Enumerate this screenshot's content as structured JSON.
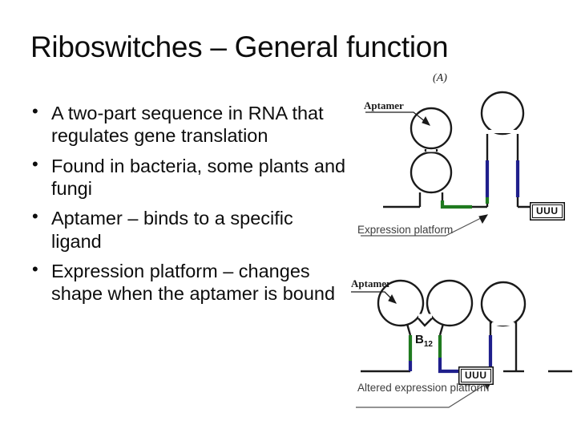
{
  "slide": {
    "title": "Riboswitches – General function",
    "bullets": [
      "A two-part sequence in RNA that regulates gene translation",
      "Found in bacteria, some plants and fungi",
      "Aptamer – binds to a specific ligand",
      "Expression platform – changes shape when the aptamer is bound"
    ]
  },
  "figure": {
    "panel_caption": "(A)",
    "labels": {
      "aptamer_top": "Aptamer",
      "aptamer_bottom": "Aptamer",
      "expression_platform": "Expression platform",
      "altered_expression_platform": "Altered expression platform",
      "ligand": "B12",
      "ligand_base": "B",
      "ligand_sub": "12",
      "terminator_top": "UUU",
      "terminator_bottom": "UUU"
    },
    "colors": {
      "strand": "#1a1a1a",
      "aptamer_pairing_green": "#1f7a1f",
      "expression_pairing_navy": "#1f1f8c",
      "label_gray": "#3d3d3d",
      "background": "#ffffff"
    }
  }
}
